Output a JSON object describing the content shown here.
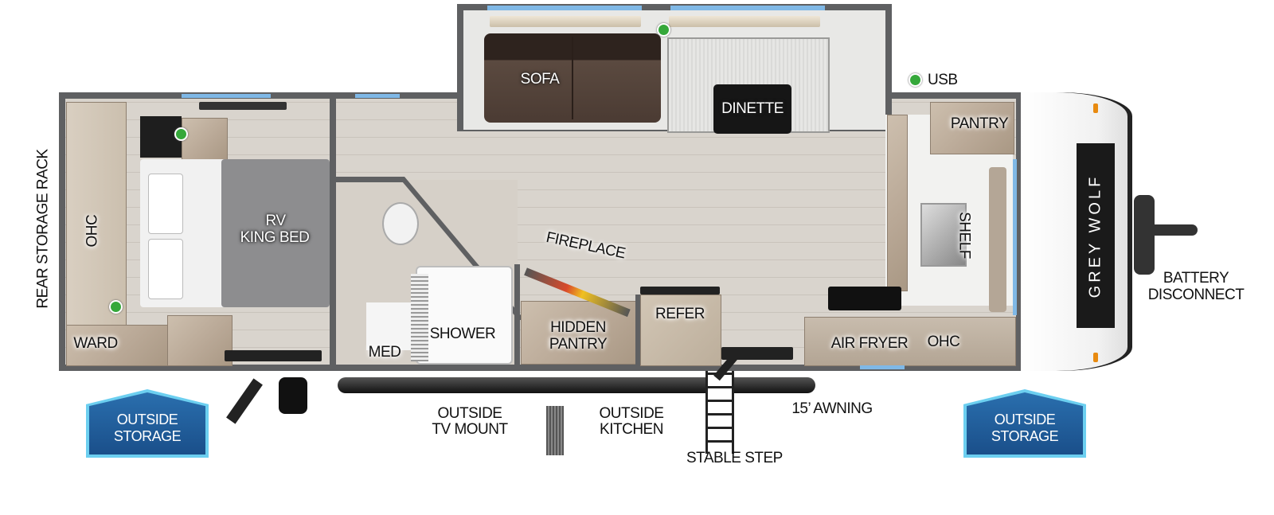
{
  "title": "Grey Wolf travel trailer floorplan",
  "brand": {
    "logo_text": "GREY WOLF"
  },
  "colors": {
    "wall": "#5f6062",
    "window": "#7fb8e6",
    "usb_dot": "#35a83a",
    "storage_badge": "#1f5f9e",
    "storage_badge_edge": "#6ccff0",
    "floor": "#d6d0c8",
    "cabinet_wood": "#b8a795",
    "sofa": "#4a3a32",
    "bed": "#8d8d8f"
  },
  "legend": {
    "usb_label": "USB"
  },
  "rooms": {
    "bedroom": {
      "bed_label_line1": "RV",
      "bed_label_line2": "KING BED",
      "ohc_label": "OHC",
      "ward_label": "WARD"
    },
    "slideout": {
      "sofa_label": "SOFA",
      "dinette_label": "DINETTE"
    },
    "bathroom": {
      "med_label": "MED",
      "shower_label": "SHOWER"
    },
    "living": {
      "fireplace_label": "FIREPLACE",
      "hidden_pantry_line1": "HIDDEN",
      "hidden_pantry_line2": "PANTRY",
      "refer_label": "REFER"
    },
    "kitchen": {
      "pantry_label": "PANTRY",
      "shelf_label": "SHELF",
      "air_fryer_label": "AIR FRYER",
      "ohc_label": "OHC"
    }
  },
  "exterior": {
    "rear_storage_rack": "REAR STORAGE RACK",
    "battery_line1": "BATTERY",
    "battery_line2": "DISCONNECT",
    "outside_storage_left_line1": "OUTSIDE",
    "outside_storage_left_line2": "STORAGE",
    "outside_storage_right_line1": "OUTSIDE",
    "outside_storage_right_line2": "STORAGE",
    "tv_mount_line1": "OUTSIDE",
    "tv_mount_line2": "TV MOUNT",
    "kitchen_line1": "OUTSIDE",
    "kitchen_line2": "KITCHEN",
    "stable_step": "STABLE STEP",
    "awning": "15’ AWNING"
  }
}
